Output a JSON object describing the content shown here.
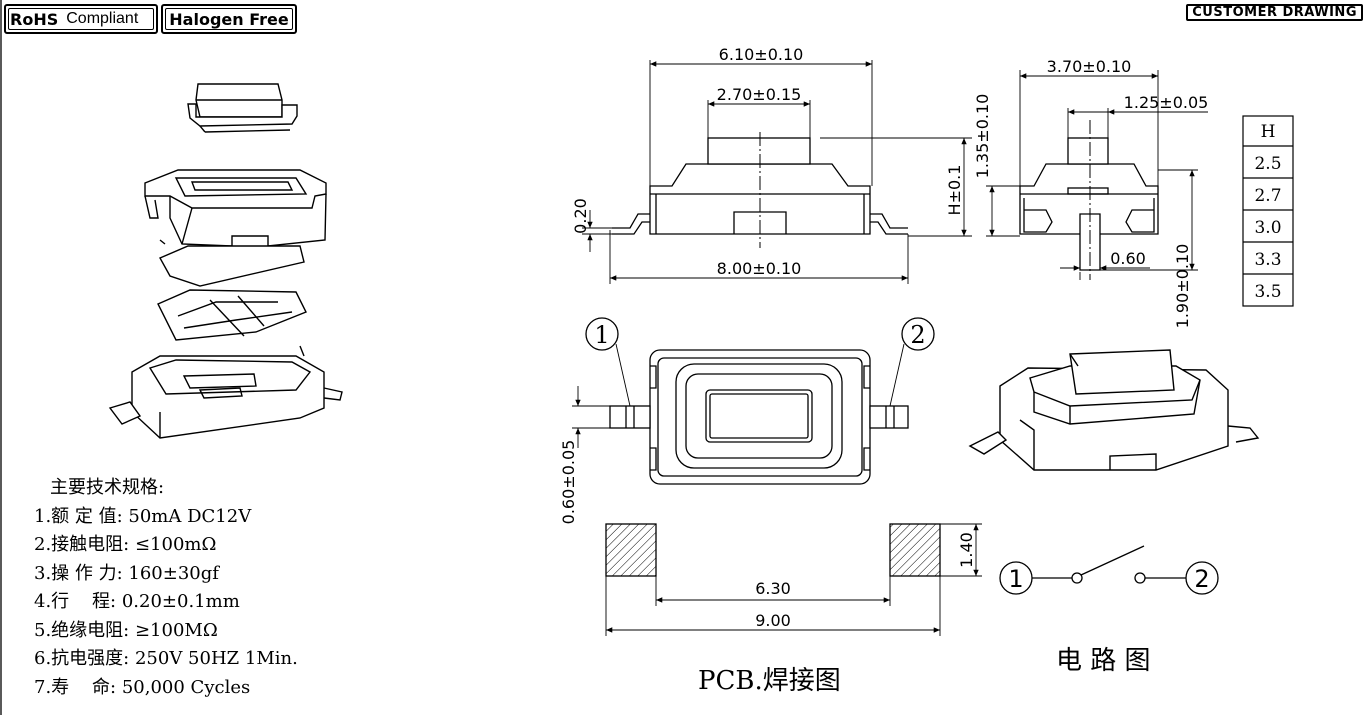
{
  "badges": {
    "rohs_bold": "RoHS",
    "rohs_text": "Compliant",
    "halogen": "Halogen Free",
    "customer": "CUSTOMER DRAWING"
  },
  "dims": {
    "top_width": "6.10±0.10",
    "cap_width": "2.70±0.15",
    "total_length": "8.00±0.10",
    "terminal_thk": "0.20",
    "height": "H±0.1",
    "side_width": "3.70±0.10",
    "side_cap": "1.25±0.05",
    "side_body": "1.35±0.10",
    "side_term": "0.60",
    "side_total": "1.90±0.10",
    "pin_width": "0.60±0.05",
    "pcb_inner": "6.30",
    "pcb_outer": "9.00",
    "pcb_pad_h": "1.40",
    "pin1": "1",
    "pin2": "2"
  },
  "h_table": {
    "header": "H",
    "values": [
      "2.5",
      "2.7",
      "3.0",
      "3.3",
      "3.5"
    ]
  },
  "specs": {
    "title": "主要技术规格:",
    "lines": [
      "1.额 定 值: 50mA DC12V",
      "2.接触电阻: ≤100mΩ",
      "3.操 作 力: 160±30gf",
      "4.行    程: 0.20±0.1mm",
      "5.绝缘电阻: ≥100MΩ",
      "6.抗电强度: 250V 50HZ 1Min.",
      "7.寿    命: 50,000 Cycles"
    ]
  },
  "captions": {
    "pcb": "PCB.焊接图",
    "circuit": "电 路 图"
  }
}
